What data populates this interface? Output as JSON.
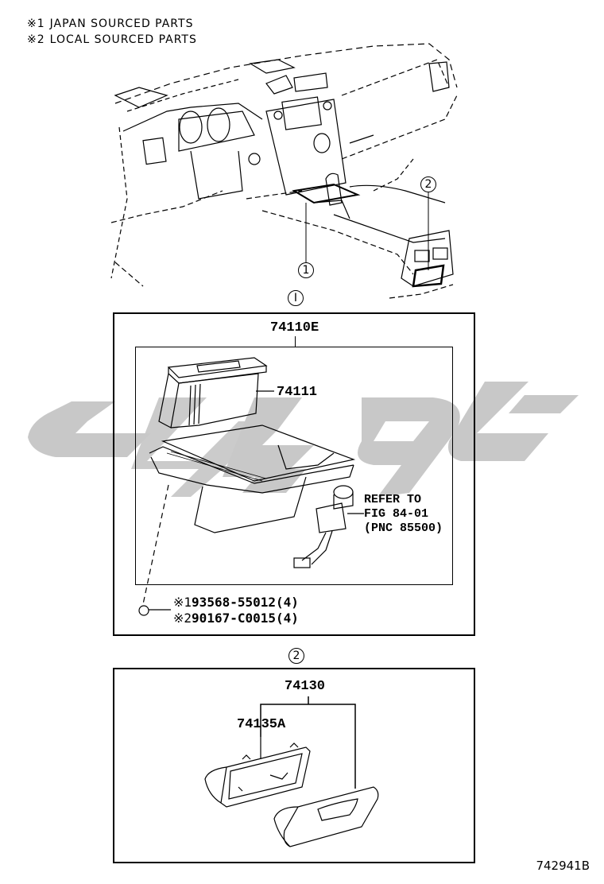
{
  "legend": {
    "items": [
      {
        "mark": "※1",
        "label": "JAPAN SOURCED PARTS"
      },
      {
        "mark": "※2",
        "label": "LOCAL SOURCED PARTS"
      }
    ]
  },
  "overview": {
    "description": "Instrument panel and center console isometric view",
    "callouts": [
      {
        "id": "callout-1",
        "label": "1"
      },
      {
        "id": "callout-2",
        "label": "2"
      }
    ]
  },
  "panel1": {
    "marker": "I",
    "assembly_pn": "74110E",
    "parts": [
      {
        "pn": "74111"
      }
    ],
    "reference": {
      "line1": "REFER TO",
      "line2": "FIG 84-01",
      "line3": "(PNC 85500)"
    },
    "fasteners": [
      {
        "mark": "※1",
        "pn": "93568-55012",
        "qty": "(4)"
      },
      {
        "mark": "※2",
        "pn": "90167-C0015",
        "qty": "(4)"
      }
    ]
  },
  "panel2": {
    "marker": "2",
    "assembly_pn": "74130",
    "parts": [
      {
        "pn": "74135A"
      }
    ]
  },
  "figure_id": "742941B",
  "watermark": {
    "color": "#c8c8c8"
  }
}
